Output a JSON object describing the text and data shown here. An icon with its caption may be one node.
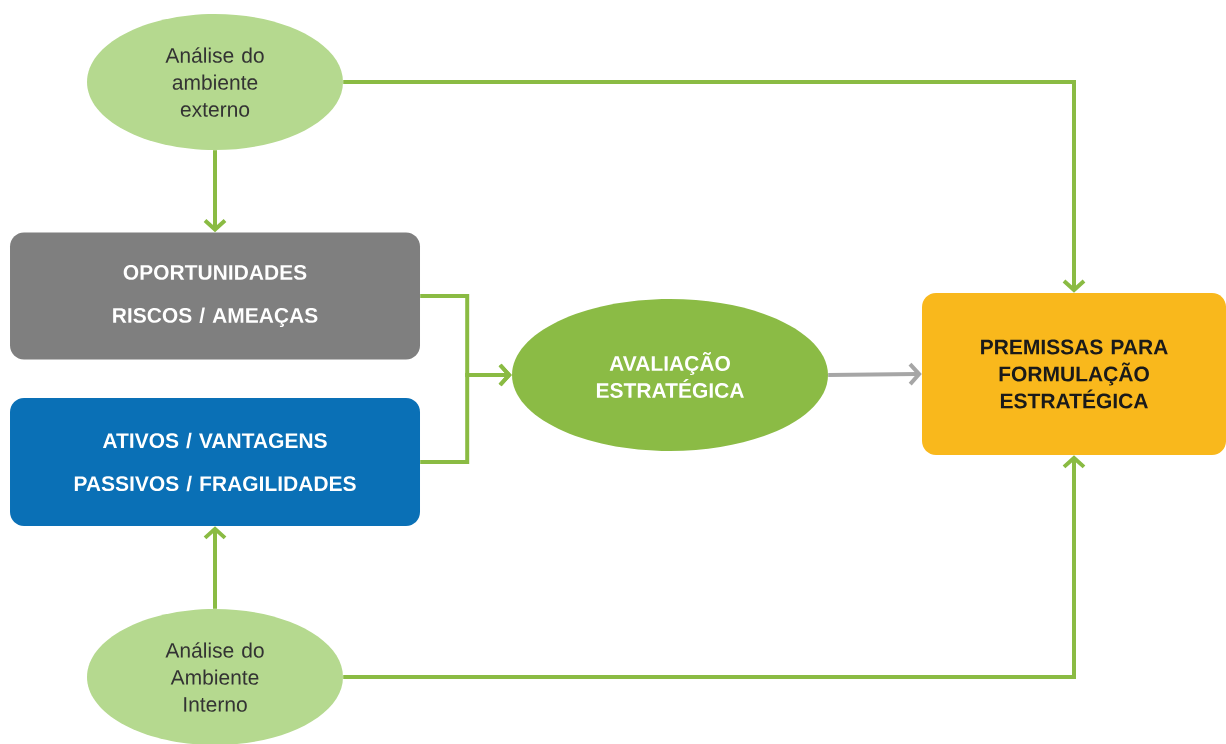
{
  "diagram": {
    "nodes": [
      {
        "text": [
          "Análise do ambiente externo"
        ]
      },
      {
        "text": [
          "OPORTUNIDADES",
          "RISCOS / AMEAÇAS"
        ]
      },
      {
        "text": [
          "ATIVOS / VANTAGENS",
          "PASSIVOS / FRAGILIDADES"
        ]
      },
      {
        "text": [
          "AVALIAÇÃO ESTRATÉGICA"
        ]
      },
      {
        "text": [
          "PREMISSAS PARA FORMULAÇÃO ESTRATÉGICA"
        ]
      },
      {
        "text": [
          "Análise do Ambiente Interno"
        ]
      }
    ],
    "edges": [
      {
        "from": 0,
        "to": 1,
        "arrow": "to"
      },
      {
        "from": 0,
        "to": 4,
        "arrow": "to"
      },
      {
        "from": 1,
        "to": 3,
        "arrow": "to"
      },
      {
        "from": 2,
        "to": 3,
        "arrow": "to"
      },
      {
        "from": 3,
        "to": 4,
        "arrow": "to",
        "color": "#a6a6a6"
      },
      {
        "from": 5,
        "to": 2,
        "arrow": "to"
      },
      {
        "from": 5,
        "to": 4,
        "arrow": "to"
      }
    ]
  }
}
